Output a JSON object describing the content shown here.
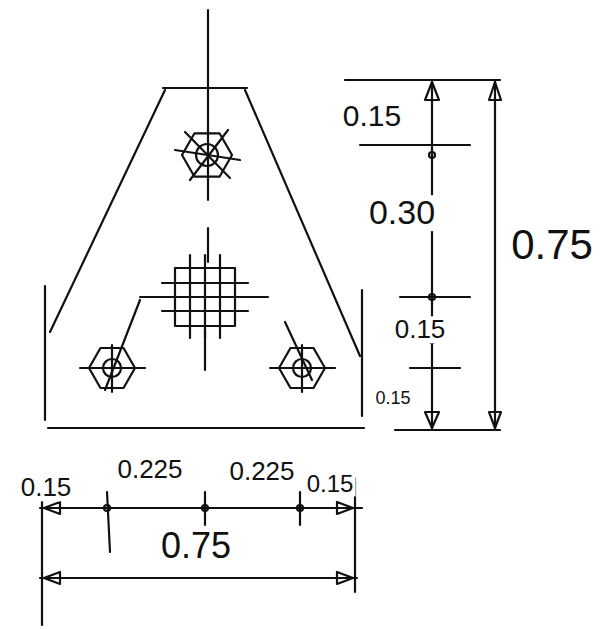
{
  "diagram": {
    "labels": [
      "0.15",
      "0.30",
      "0.15",
      "0.15",
      "0.75",
      "0.15",
      "0.225",
      "0.225",
      "0.15",
      "0.75"
    ]
  }
}
